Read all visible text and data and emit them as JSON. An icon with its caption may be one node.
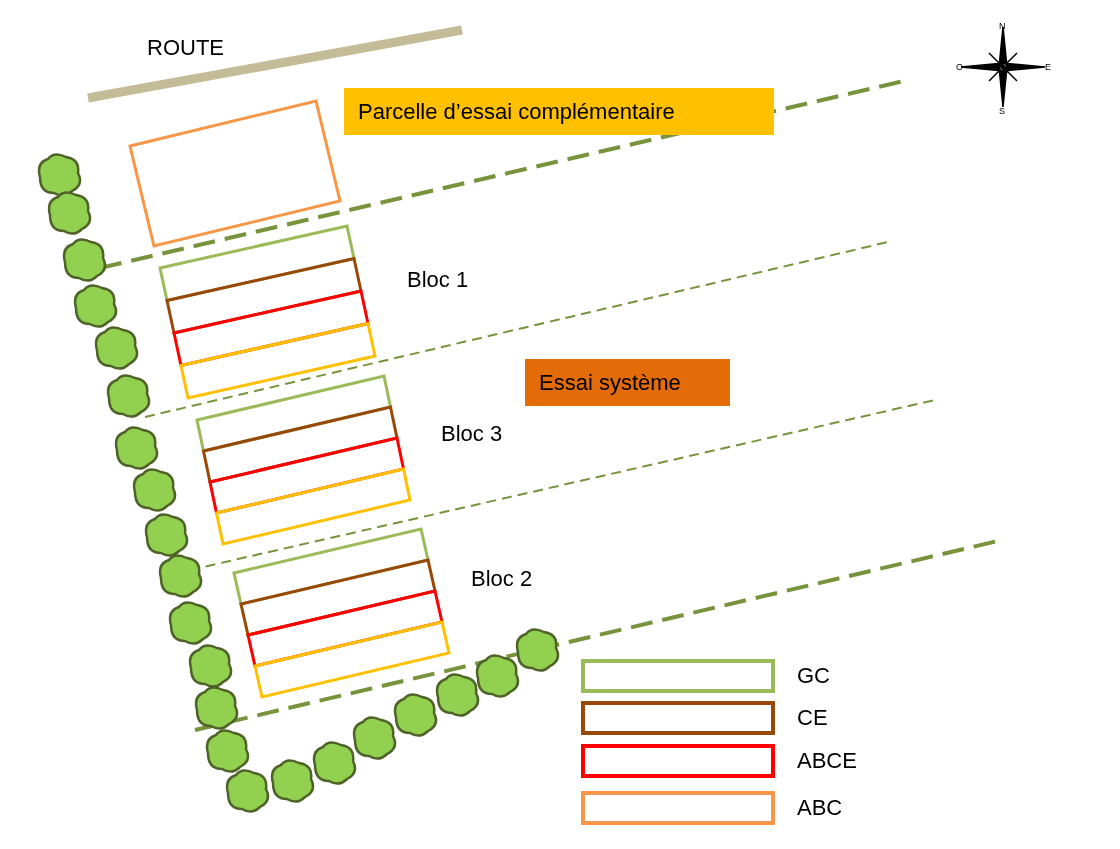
{
  "diagram": {
    "nodes": [
      {
        "text": [
          "Parcelle d’essai complémentaire"
        ]
      },
      {
        "text": [],
        "shape": "box"
      },
      {
        "text": [
          "Essai système"
        ]
      }
    ],
    "edges": [],
    "labels": [
      "ROUTE",
      "N",
      "O",
      "E",
      "S",
      "Bloc 1",
      "Bloc 3",
      "Bloc 2"
    ],
    "legend": [
      {
        "text": "GC",
        "color": "#9bbb59"
      },
      {
        "text": "CE",
        "color": "#984807"
      },
      {
        "text": "ABCE",
        "color": "#ff0000"
      },
      {
        "text": "ABC",
        "color": "#f79646"
      }
    ]
  }
}
